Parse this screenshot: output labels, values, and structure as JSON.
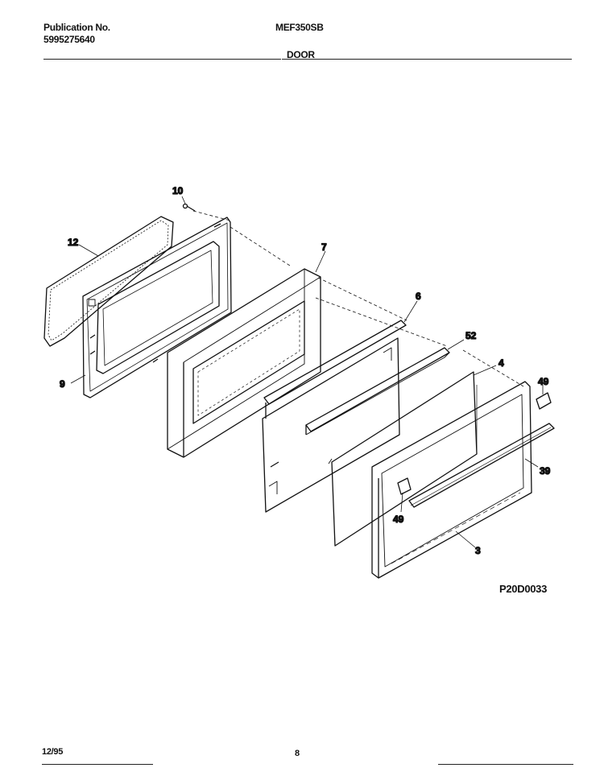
{
  "header": {
    "publication_label": "Publication No.",
    "publication_number": "5995275640",
    "model": "MEF350SB",
    "section": "DOOR"
  },
  "diagram": {
    "callouts": {
      "c10": "10",
      "c12": "12",
      "c7": "7",
      "c6": "6",
      "c52": "52",
      "c4": "4",
      "c9": "9",
      "c49a": "49",
      "c39": "39",
      "c49b": "49",
      "c3": "3"
    },
    "drawing_code": "P20D0033"
  },
  "footer": {
    "date": "12/95",
    "page": "8"
  }
}
